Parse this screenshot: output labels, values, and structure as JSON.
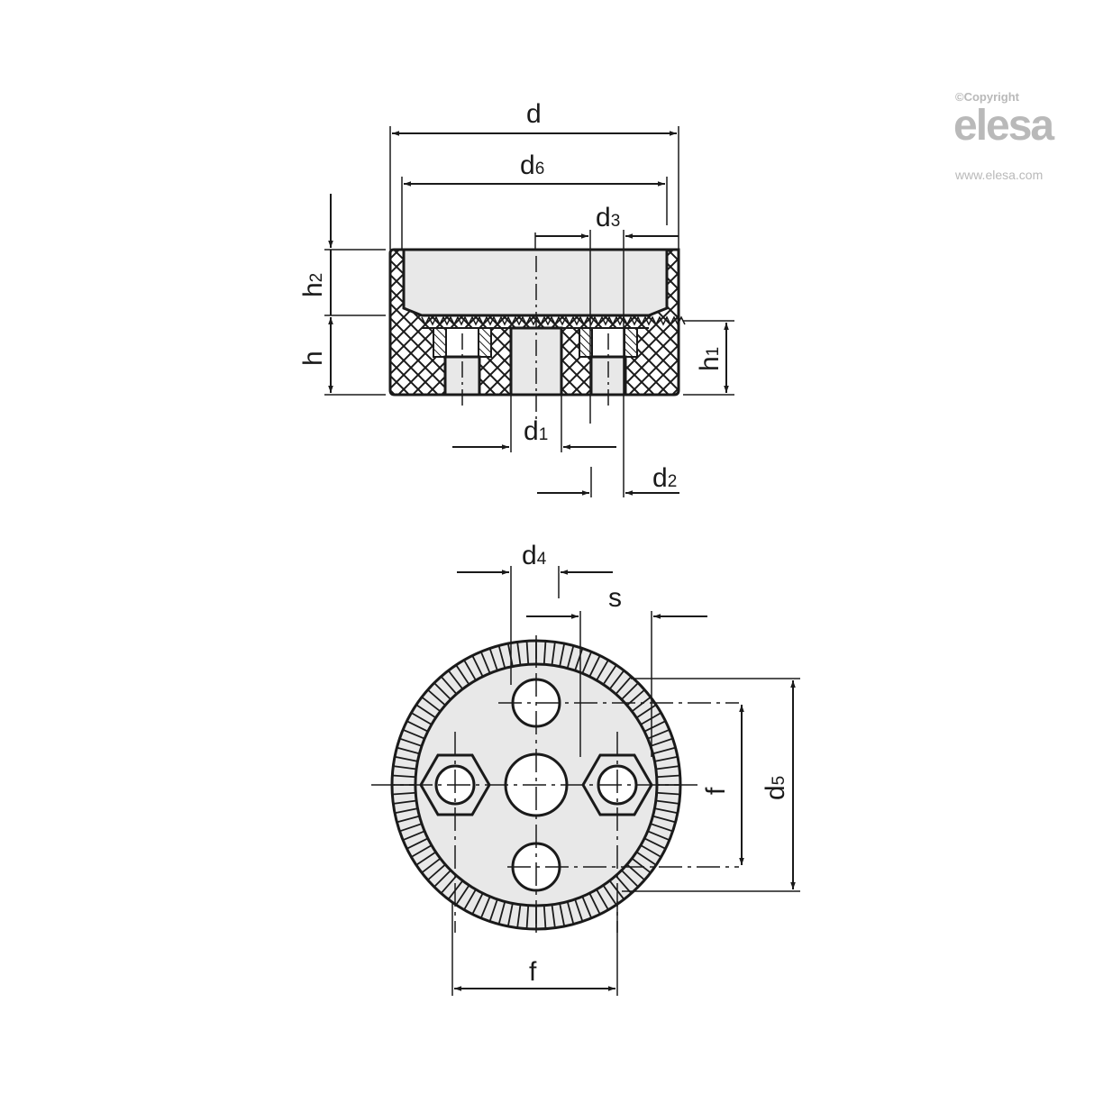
{
  "watermark": {
    "copyright": "©Copyright",
    "brand": "elesa",
    "url": "www.elesa.com",
    "color": "#b9b9b9"
  },
  "colors": {
    "line": "#1a1a1a",
    "fill": "#e8e8e8",
    "background": "#ffffff"
  },
  "section_view": {
    "dimensions": {
      "d": "d",
      "d6": {
        "base": "d",
        "sub": "6"
      },
      "d3": {
        "base": "d",
        "sub": "3"
      },
      "h2": {
        "base": "h",
        "sub": "2"
      },
      "h": "h",
      "h1": {
        "base": "h",
        "sub": "1"
      },
      "d1": {
        "base": "d",
        "sub": "1"
      },
      "d2": {
        "base": "d",
        "sub": "2"
      }
    }
  },
  "plan_view": {
    "dimensions": {
      "d4": {
        "base": "d",
        "sub": "4"
      },
      "s": "s",
      "f_vertical": "f",
      "d5": {
        "base": "d",
        "sub": "5"
      },
      "f_horizontal": "f"
    }
  }
}
